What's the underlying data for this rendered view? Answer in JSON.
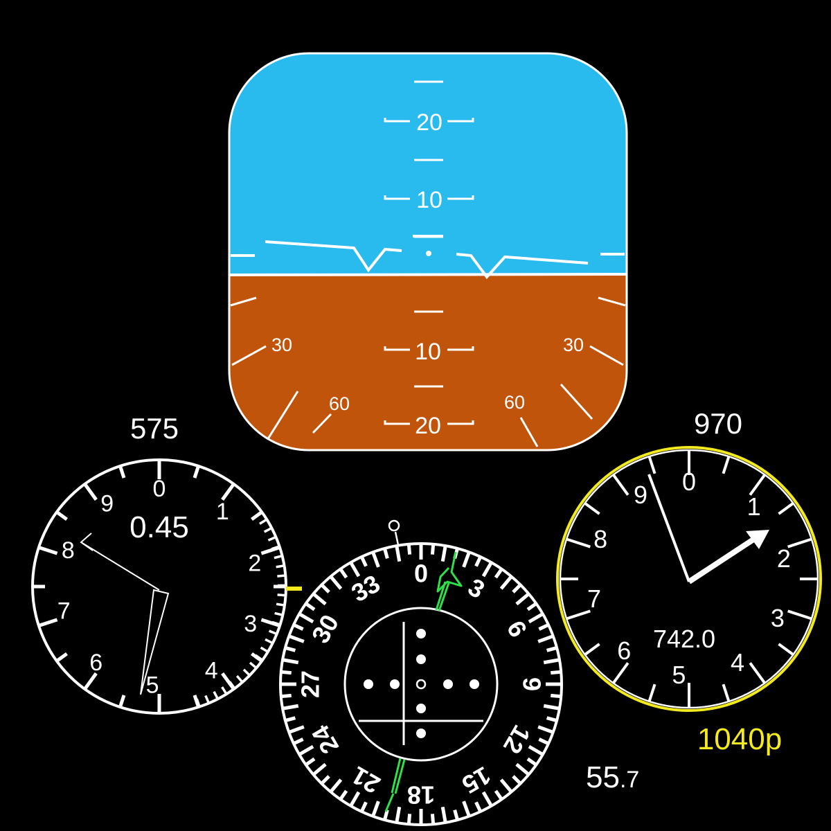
{
  "colors": {
    "sky": "#29BAEE",
    "ground": "#C0540A",
    "background": "#000000",
    "accent_yellow": "#F2EA1E",
    "course_green": "#2EE04A",
    "marking": "#FFFFFF"
  },
  "attitude": {
    "pitch_labels_up": [
      "20",
      "10"
    ],
    "pitch_labels_down": [
      "10",
      "20"
    ],
    "bank_labels": [
      "30",
      "30",
      "60",
      "60"
    ]
  },
  "left_gauge": {
    "top_value": "575",
    "readout": "0.45",
    "scale_labels": [
      "0",
      "1",
      "2",
      "3",
      "4",
      "5",
      "6",
      "7",
      "8",
      "9"
    ],
    "long_hand_value": 8.2,
    "short_hand_value": 5.2
  },
  "compass": {
    "heading_labels": [
      "0",
      "3",
      "6",
      "9",
      "12",
      "15",
      "18",
      "21",
      "24",
      "27",
      "30",
      "33"
    ],
    "course_icon": "course-arrow-icon",
    "heading_bug_icon": "heading-bug-icon",
    "course_deg": 15
  },
  "right_gauge": {
    "top_value": "970",
    "readout": "742.0",
    "scale_labels": [
      "0",
      "1",
      "2",
      "3",
      "4",
      "5",
      "6",
      "7",
      "8",
      "9"
    ],
    "bottom_value": "1040p",
    "long_hand_value": 9.4,
    "short_hand_value": 1.7
  },
  "extra": {
    "value_main": "55",
    "value_decimal": ".7"
  }
}
